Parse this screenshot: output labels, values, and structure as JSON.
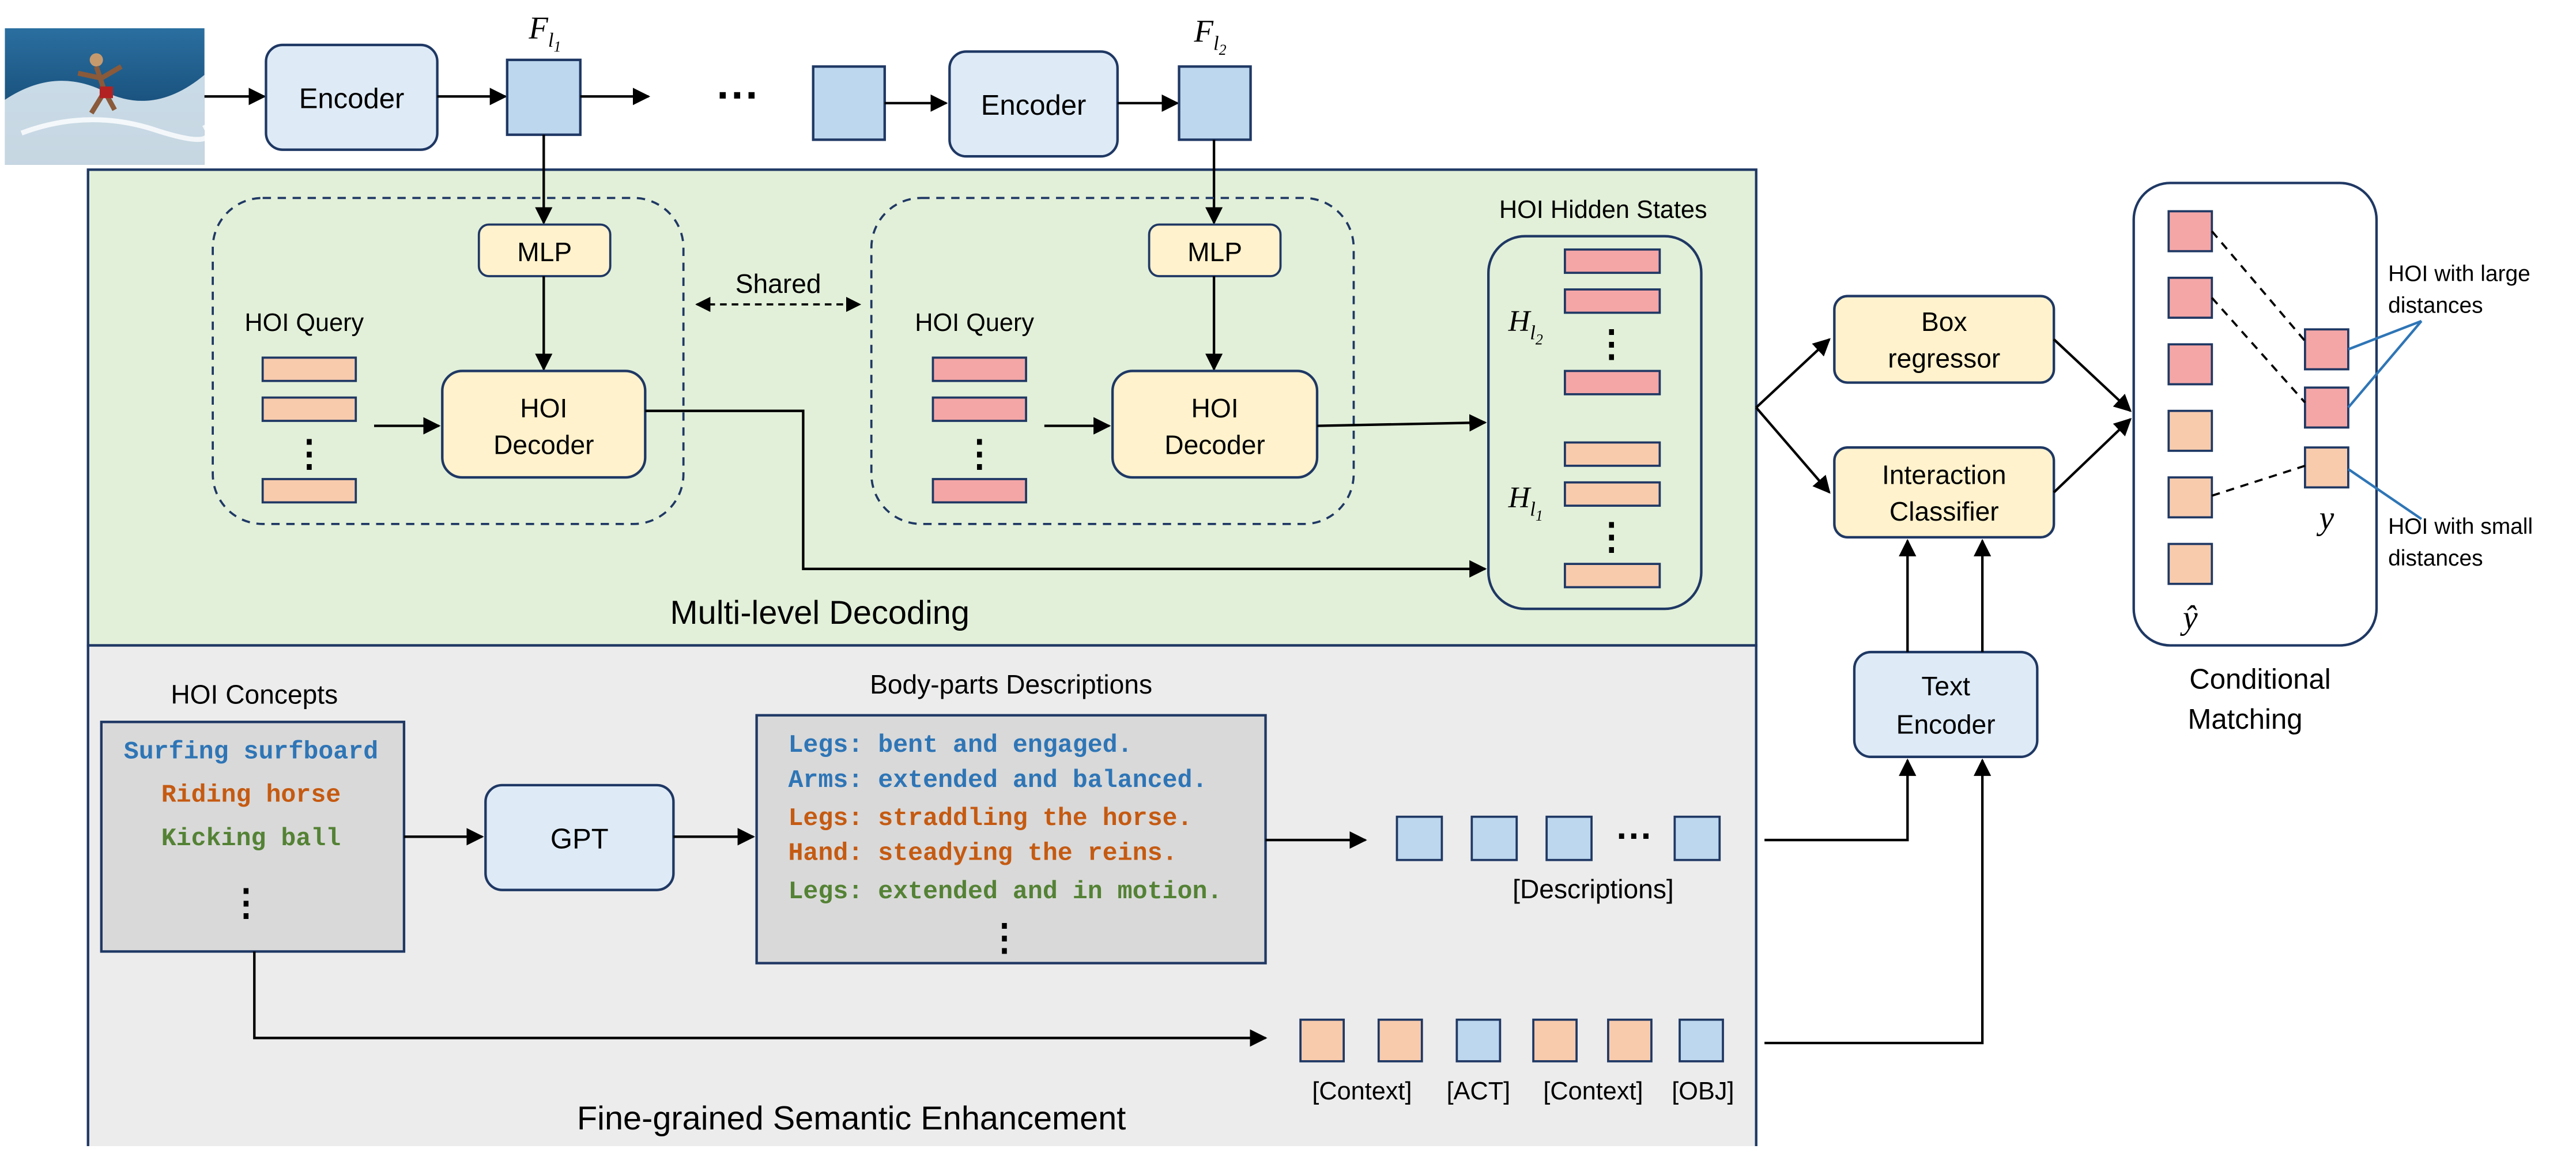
{
  "encoder_top": {
    "encoder_1_label": "Encoder",
    "encoder_2_label": "Encoder",
    "feature_1_label": "F",
    "feature_1_sub": "l",
    "feature_1_subsub": "1",
    "feature_2_label": "F",
    "feature_2_sub": "l",
    "feature_2_subsub": "2",
    "ellipsis": "···"
  },
  "decoding": {
    "title": "Multi-level Decoding",
    "shared_label": "Shared",
    "hidden_states_label": "HOI Hidden States",
    "block_1": {
      "mlp": "MLP",
      "query_label": "HOI Query",
      "decoder_line1": "HOI",
      "decoder_line2": "Decoder"
    },
    "block_2": {
      "mlp": "MLP",
      "query_label": "HOI Query",
      "decoder_line1": "HOI",
      "decoder_line2": "Decoder"
    },
    "h_l2_main": "H",
    "h_l2_sub": "l",
    "h_l2_subsub": "2",
    "h_l1_main": "H",
    "h_l1_sub": "l",
    "h_l1_subsub": "1",
    "vdots": "⋮"
  },
  "semantic": {
    "title": "Fine-grained Semantic Enhancement",
    "concepts_title": "HOI Concepts",
    "concepts": [
      {
        "text": "Surfing surfboard",
        "color": "#2e75b6"
      },
      {
        "text": "Riding horse",
        "color": "#c55a11"
      },
      {
        "text": "Kicking ball",
        "color": "#548235"
      }
    ],
    "gpt_label": "GPT",
    "descriptions_title": "Body-parts Descriptions",
    "descriptions": [
      {
        "text": "Legs: bent and engaged.",
        "color": "#2e75b6"
      },
      {
        "text": "Arms: extended and balanced.",
        "color": "#2e75b6"
      },
      {
        "text": "Legs: straddling the horse.",
        "color": "#c55a11"
      },
      {
        "text": "Hand: steadying the reins.",
        "color": "#c55a11"
      },
      {
        "text": "Legs: extended and in motion.",
        "color": "#548235"
      }
    ],
    "descriptions_token_label": "[Descriptions]",
    "prompt_tokens": [
      "[Context]",
      "[ACT]",
      "[Context]",
      "[OBJ]"
    ],
    "vdots": "⋮"
  },
  "heads": {
    "box_line1": "Box",
    "box_line2": "regressor",
    "cls_line1": "Interaction",
    "cls_line2": "Classifier",
    "text_enc_line1": "Text",
    "text_enc_line2": "Encoder"
  },
  "matching": {
    "title_line1": "Conditional",
    "title_line2": "Matching",
    "large_line1": "HOI with large",
    "large_line2": "distances",
    "small_line1": "HOI with small",
    "small_line2": "distances",
    "y_label": "y",
    "yhat_label": "ŷ"
  },
  "colors": {
    "blue_box": "#deebf7",
    "yellow_box": "#fff2cc",
    "pink_token": "#f4a6a6",
    "orange_token": "#f8cbad",
    "feature_token": "#bdd7ee",
    "green_panel": "#e2f0d9",
    "gray_panel": "#ececec",
    "border": "#1f3864"
  }
}
